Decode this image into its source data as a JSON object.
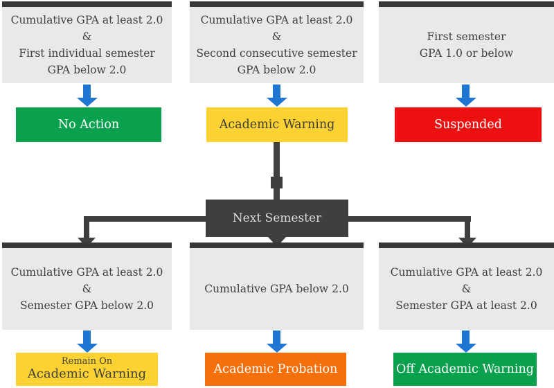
{
  "palette": {
    "box_gray": "#e9e9e9",
    "border_dark": "#383838",
    "connector_dark": "#3f3f3f",
    "arrow_blue": "#1e76d2",
    "text_dark": "#3f3f3f",
    "text_light": "#ffffff",
    "next_label_color": "#dcdcdc",
    "green": "#0aa14e",
    "yellow": "#fcd233",
    "red": "#ed1010",
    "orange": "#f56f0a"
  },
  "flowchart": {
    "top_branches": [
      {
        "condition": "Cumulative GPA at least 2.0\n&\nFirst individual semester\nGPA below 2.0",
        "outcome": "No Action",
        "outcome_color": "#0aa14e",
        "outcome_text_color": "#ffffff"
      },
      {
        "condition": "Cumulative GPA at least 2.0\n&\nSecond consecutive semester\nGPA below 2.0",
        "outcome": "Academic Warning",
        "outcome_color": "#fcd233",
        "outcome_text_color": "#3f3f3f"
      },
      {
        "condition": "First semester\nGPA 1.0 or below",
        "outcome": "Suspended",
        "outcome_color": "#ed1010",
        "outcome_text_color": "#ffffff"
      }
    ],
    "connector": {
      "label": "Next Semester"
    },
    "bottom_branches": [
      {
        "condition": "Cumulative GPA at least 2.0\n&\nSemester GPA below 2.0",
        "outcome_prefix": "Remain On",
        "outcome": "Academic Warning",
        "outcome_color": "#fcd233",
        "outcome_text_color": "#3f3f3f"
      },
      {
        "condition": "Cumulative GPA below 2.0",
        "outcome": "Academic Probation",
        "outcome_color": "#f56f0a",
        "outcome_text_color": "#ffffff"
      },
      {
        "condition": "Cumulative GPA at least 2.0\n&\nSemester GPA at least 2.0",
        "outcome": "Off Academic Warning",
        "outcome_color": "#0aa14e",
        "outcome_text_color": "#ffffff"
      }
    ]
  }
}
